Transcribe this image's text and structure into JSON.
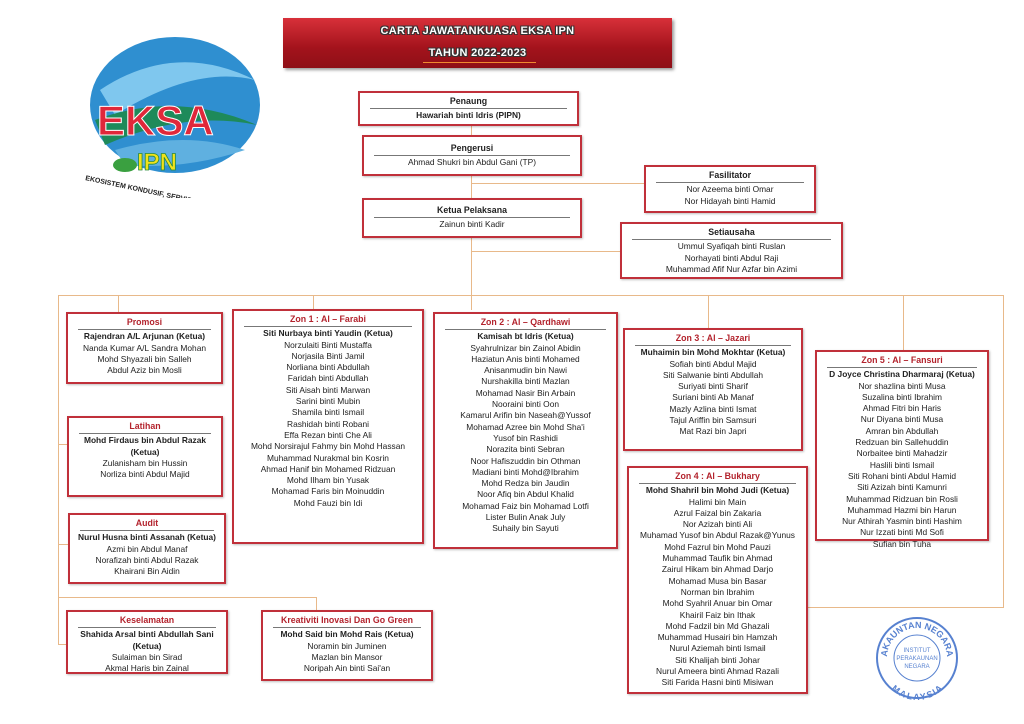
{
  "header": {
    "title": "CARTA JAWATANKUASA EKSA IPN",
    "subtitle": "TAHUN 2022-2023"
  },
  "logo": {
    "main": "EKSA",
    "sub": "IPN",
    "tagline": "EKOSISTEM KONDUSIF, SERVIS EFEKTIF"
  },
  "stamp": {
    "outer_top": "AKAUNTAN NEGARA",
    "outer_bottom": "MALAYSIA",
    "inner": [
      "INSTITUT",
      "PERAKAUNAN",
      "NEGARA"
    ]
  },
  "boxes": {
    "penaung": {
      "title": "Penaung",
      "ketua": "Hawariah binti Idris (PIPN)",
      "members": []
    },
    "pengerusi": {
      "title": "Pengerusi",
      "members": [
        "Ahmad Shukri bin Abdul Gani (TP)"
      ]
    },
    "fasilitator": {
      "title": "Fasilitator",
      "members": [
        "Nor Azeema binti Omar",
        "Nor Hidayah binti Hamid"
      ]
    },
    "ketua_pelaksana": {
      "title": "Ketua Pelaksana",
      "members": [
        "Zainun binti Kadir"
      ]
    },
    "setiausaha": {
      "title": "Setiausaha",
      "members": [
        "Ummul Syafiqah binti Ruslan",
        "Norhayati binti Abdul Raji",
        "Muhammad Afif Nur Azfar bin Azimi"
      ]
    },
    "promosi": {
      "title": "Promosi",
      "ketua": "Rajendran A/L Arjunan (Ketua)",
      "members": [
        "Nanda Kumar A/L Sandra Mohan",
        "Mohd Shyazali bin Salleh",
        "Abdul Aziz bin Mosli"
      ]
    },
    "latihan": {
      "title": "Latihan",
      "ketua": "Mohd Firdaus bin Abdul Razak (Ketua)",
      "members": [
        "Zulanisham bin Hussin",
        "Norliza binti Abdul Majid"
      ]
    },
    "audit": {
      "title": "Audit",
      "ketua": "Nurul Husna binti Assanah (Ketua)",
      "members": [
        "Azmi bin Abdul Manaf",
        "Norafizah binti Abdul Razak",
        "Khairani Bin Aidin"
      ]
    },
    "keselamatan": {
      "title": "Keselamatan",
      "ketua": "Shahida Arsal binti Abdullah Sani (Ketua)",
      "members": [
        "Sulaiman bin Sirad",
        "Akmal Haris bin Zainal"
      ]
    },
    "kreativiti": {
      "title": "Kreativiti Inovasi Dan Go Green",
      "ketua": "Mohd Said bin Mohd Rais (Ketua)",
      "members": [
        "Noramin bin Juminen",
        "Mazlan bin Mansor",
        "Noripah Ain binti Sai'an"
      ]
    },
    "zon1": {
      "title": "Zon 1 : Al – Farabi",
      "ketua": "Siti Nurbaya binti Yaudin (Ketua)",
      "members": [
        "Norzulaiti Binti Mustaffa",
        "Norjasila Binti Jamil",
        "Norliana binti Abdullah",
        "Faridah binti Abdullah",
        "Siti Aisah binti Marwan",
        "Sarini binti Mubin",
        "Shamila binti Ismail",
        "Rashidah binti Robani",
        "Effa Rezan binti Che Ali",
        "Mohd Norsirajul Fahmy bin Mohd Hassan",
        "Muhammad Nurakmal bin Kosrin",
        "Ahmad Hanif bin Mohamed Ridzuan",
        "Mohd Ilham bin Yusak",
        "Mohamad Faris bin Moinuddin",
        "Mohd Fauzi bin Idi"
      ]
    },
    "zon2": {
      "title": "Zon 2 : Al – Qardhawi",
      "ketua": "Kamisah bt Idris (Ketua)",
      "members": [
        "Syahrulnizar bin Zainol Abidin",
        "Haziatun Anis binti Mohamed",
        "Anisanmudin bin Nawi",
        "Nurshakilla binti Mazlan",
        "Mohamad Nasir Bin Arbain",
        "Nooraini binti Oon",
        "Kamarul Arifin bin Naseah@Yussof",
        "Mohamad Azree bin Mohd Sha'i",
        "Yusof bin Rashidi",
        "Norazita binti Sebran",
        "Noor Hafiszuddin bin Othman",
        "Madiani binti Mohd@Ibrahim",
        "Mohd Redza bin Jaudin",
        "Noor Afiq bin Abdul Khalid",
        "Mohamad Faiz bin Mohamad Lotfi",
        "Lister Bulin Anak July",
        "Suhaily bin Sayuti"
      ]
    },
    "zon3": {
      "title": "Zon 3 : Al – Jazari",
      "ketua": "Muhaimin bin Mohd Mokhtar (Ketua)",
      "members": [
        "Sofiah binti Abdul Majid",
        "Siti Salwanie binti Abdullah",
        "Suriyati binti Sharif",
        "Suriani binti Ab Manaf",
        "Mazly Azlina binti Ismat",
        "Tajul Ariffin bin Samsuri",
        "Mat Razi bin Japri"
      ]
    },
    "zon4": {
      "title": "Zon 4 : Al – Bukhary",
      "ketua": "Mohd Shahril bin Mohd Judi (Ketua)",
      "members": [
        "Halimi bin Main",
        "Azrul Faizal bin Zakaria",
        "Nor Azizah binti Ali",
        "Muhamad Yusof bin Abdul Razak@Yunus",
        "Mohd Fazrul bin Mohd Pauzi",
        "Muhammad Taufik bin Ahmad",
        "Zairul Hikam bin Ahmad Darjo",
        "Mohamad Musa bin Basar",
        "Norman bin Ibrahim",
        "Mohd Syahril Anuar bin Omar",
        "Khairil Faiz bin Ithak",
        "Mohd Fadzil bin Md Ghazali",
        "Muhammad Husairi bin Hamzah",
        "Nurul Aziemah binti Ismail",
        "Siti Khalijah binti Johar",
        "Nurul Ameera binti Ahmad Razali",
        "Siti Farida Hasni binti Misiwan"
      ]
    },
    "zon5": {
      "title": "Zon 5 : Al – Fansuri",
      "ketua": "D Joyce Christina Dharmaraj (Ketua)",
      "members": [
        "Nor shazlina binti Musa",
        "Suzalina binti Ibrahim",
        "Ahmad Fitri bin Haris",
        "Nur Diyana binti Musa",
        "Amran bin Abdullah",
        "Redzuan bin Sallehuddin",
        "Norbaitee binti Mahadzir",
        "Haslili binti Ismail",
        "Siti Rohani binti Abdul Hamid",
        "Siti Azizah binti Kamunri",
        "Muhammad Ridzuan bin Rosli",
        "Muhammad Hazmi bin Harun",
        "Nur Athirah Yasmin binti Hashim",
        "Nur Izzati binti Md Sofi",
        "Sufian bin Tuha"
      ]
    }
  }
}
